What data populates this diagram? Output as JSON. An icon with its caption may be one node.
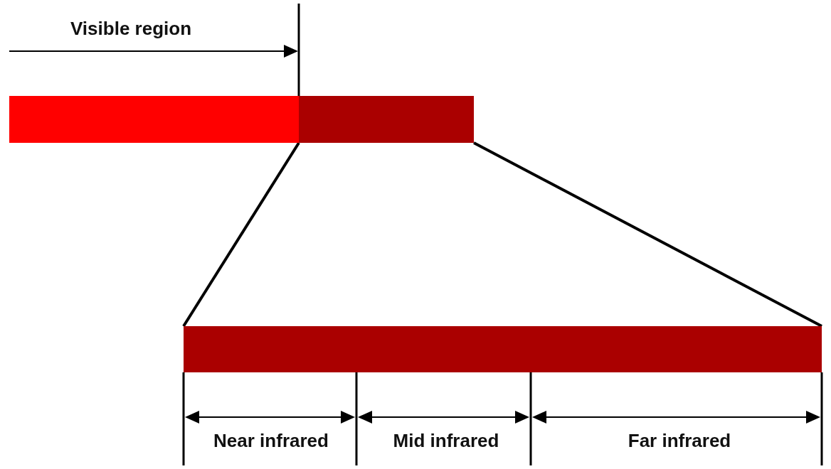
{
  "diagram": {
    "nodes": [
      {
        "text": [],
        "shape": "bar"
      },
      {
        "text": [],
        "shape": "bar"
      },
      {
        "text": [],
        "shape": "bar"
      }
    ],
    "edges": [
      {
        "from": 1,
        "to": 2,
        "arrow": "none"
      },
      {
        "from": 1,
        "to": 2,
        "arrow": "none"
      }
    ],
    "labels": [
      "Visible region",
      "Near infrared",
      "Mid infrared",
      "Far infrared"
    ]
  }
}
